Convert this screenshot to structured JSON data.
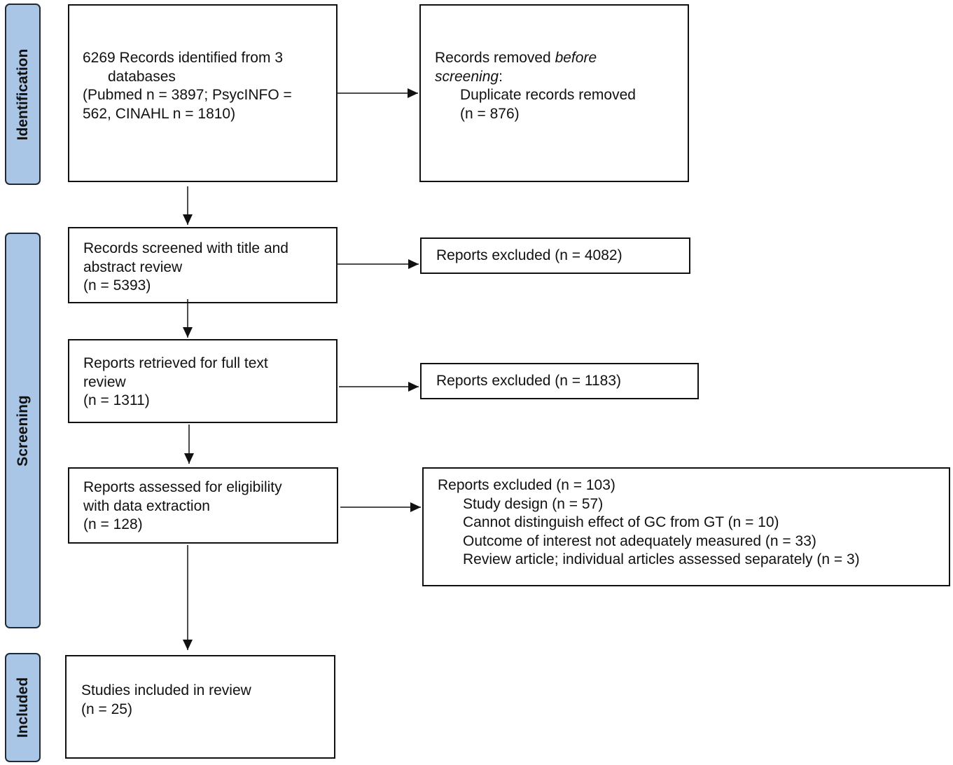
{
  "phases": {
    "identification": "Identification",
    "screening": "Screening",
    "included": "Included"
  },
  "boxes": {
    "records_identified": {
      "line1": "6269 Records identified from 3",
      "line2": "databases",
      "line3": "(Pubmed n = 3897; PsycINFO =",
      "line4": "562, CINAHL n = 1810)"
    },
    "records_removed": {
      "line1_a": "Records removed ",
      "line1_b": "before",
      "line2_a": "screening",
      "line2_b": ":",
      "line3": "Duplicate records removed",
      "line4": "(n = 876)"
    },
    "records_screened": {
      "line1": "Records screened with title and",
      "line2": "abstract review",
      "line3": "(n = 5393)"
    },
    "excluded_1": {
      "line1": "Reports excluded (n = 4082)"
    },
    "reports_retrieved": {
      "line1": "Reports retrieved for full text",
      "line2": "review",
      "line3": "(n = 1311)"
    },
    "excluded_2": {
      "line1": "Reports excluded (n = 1183)"
    },
    "reports_assessed": {
      "line1": "Reports assessed for eligibility",
      "line2": "with data extraction",
      "line3": "(n = 128)"
    },
    "excluded_3": {
      "line1": "Reports excluded (n = 103)",
      "reasons": [
        "Study design (n = 57)",
        "Cannot distinguish effect of GC from GT (n = 10)",
        "Outcome of interest not adequately measured (n = 33)",
        "Review article; individual articles assessed separately (n = 3)"
      ]
    },
    "studies_included": {
      "line1": "Studies included in review",
      "line2": "(n = 25)"
    }
  },
  "colors": {
    "phase_fill": "#a9c6e6",
    "phase_border": "#1f2a38",
    "line": "#111111"
  }
}
